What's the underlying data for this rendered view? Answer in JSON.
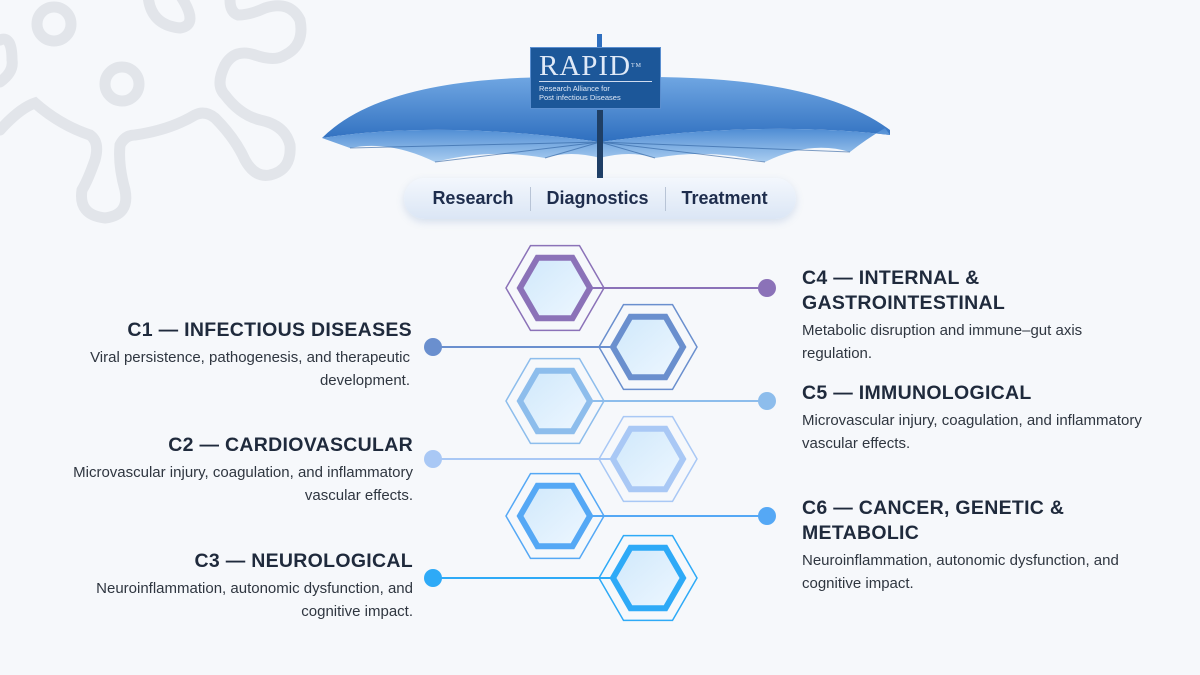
{
  "logo": {
    "name": "RAPID",
    "trademark": "TM",
    "subtitle_line1": "Research Alliance for",
    "subtitle_line2": "Post infectious Diseases"
  },
  "pillars": [
    "Research",
    "Diagnostics",
    "Treatment"
  ],
  "clusters": [
    {
      "id": "C1",
      "title": "C1 — INFECTIOUS DISEASES",
      "desc": "Viral persistence, pathogenesis, and therapeutic development.",
      "color": "#6a8fce",
      "side": "left"
    },
    {
      "id": "C2",
      "title": "C2 — CARDIOVASCULAR",
      "desc": "Microvascular injury, coagulation, and inflammatory vascular effects.",
      "color": "#a9c8f5",
      "side": "left"
    },
    {
      "id": "C3",
      "title": "C3 — NEUROLOGICAL",
      "desc": "Neuroinflammation, autonomic dysfunction, and cognitive impact.",
      "color": "#2eaaf7",
      "side": "left"
    },
    {
      "id": "C4",
      "title": "C4 — INTERNAL & GASTROINTESTINAL",
      "desc": "Metabolic disruption and immune–gut axis regulation.",
      "color": "#8b72b8",
      "side": "right"
    },
    {
      "id": "C5",
      "title": "C5 — IMMUNOLOGICAL",
      "desc": "Microvascular injury, coagulation, and inflammatory vascular effects.",
      "color": "#8dbdec",
      "side": "right"
    },
    {
      "id": "C6",
      "title": "C6 — CANCER, GENETIC & METABOLIC",
      "desc": "Neuroinflammation, autonomic dysfunction, and cognitive impact.",
      "color": "#55a8f5",
      "side": "right"
    }
  ]
}
